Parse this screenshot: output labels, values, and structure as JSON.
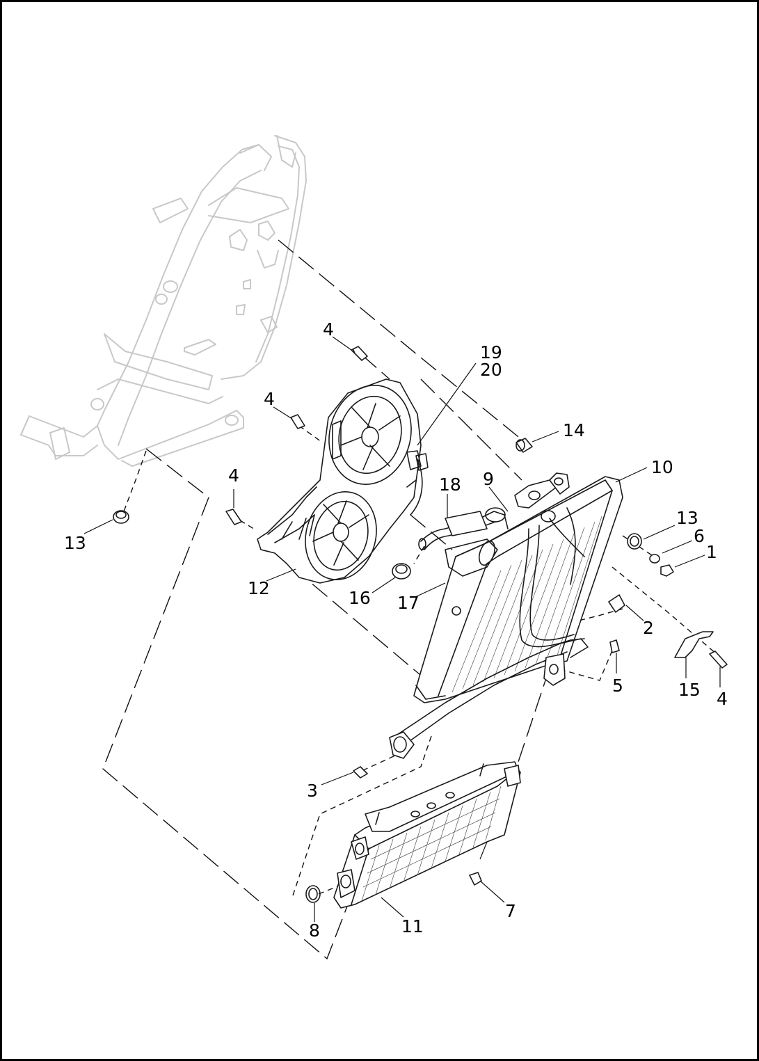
{
  "callouts": {
    "c4_top": "4",
    "c19": "19",
    "c20": "20",
    "c4_left": "4",
    "c14": "14",
    "c10": "10",
    "c4_mid": "4",
    "c18": "18",
    "c9": "9",
    "c13_right": "13",
    "c6": "6",
    "c1": "1",
    "c13_left": "13",
    "c12": "12",
    "c16": "16",
    "c17": "17",
    "c2": "2",
    "c5": "5",
    "c15": "15",
    "c4_right": "4",
    "c3": "3",
    "c7": "7",
    "c8": "8",
    "c11": "11"
  },
  "colors": {
    "frame_ghost": "#c8c8c8",
    "ink": "#1a1a1a",
    "border": "#000000"
  }
}
